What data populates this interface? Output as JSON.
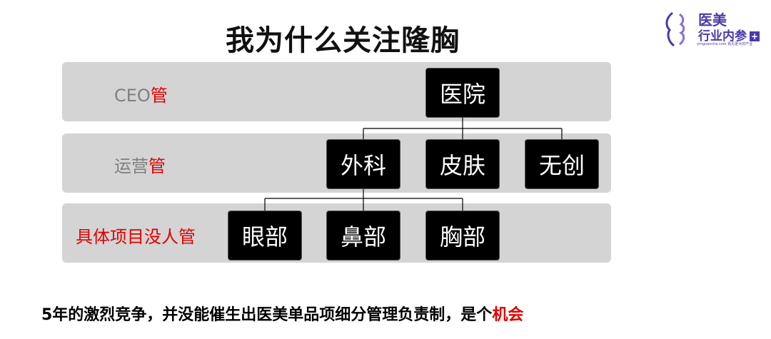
{
  "title": "我为什么关注隆胸",
  "logo": {
    "line1": "医美",
    "line2": "行业内参",
    "plus": "+",
    "small": "ymguancha.com 看见更大的产业"
  },
  "bands": [
    {
      "label_gray": "CEO",
      "label_red": "管"
    },
    {
      "label_gray": "运营",
      "label_red": "管"
    },
    {
      "label_gray": "",
      "label_red": "具体项目没人管"
    }
  ],
  "nodes": {
    "hospital": "医院",
    "surgery": "外科",
    "skin": "皮肤",
    "noninvasive": "无创",
    "eye": "眼部",
    "nose": "鼻部",
    "chest": "胸部"
  },
  "bottom": {
    "text": "5年的激烈竞争，并没能催生出医美单品项细分管理负责制，是个",
    "highlight": "机会"
  },
  "colors": {
    "accent_red": "#e00000",
    "band_gray": "#d4d4d4",
    "logo_purple": "#4a3aa8"
  }
}
